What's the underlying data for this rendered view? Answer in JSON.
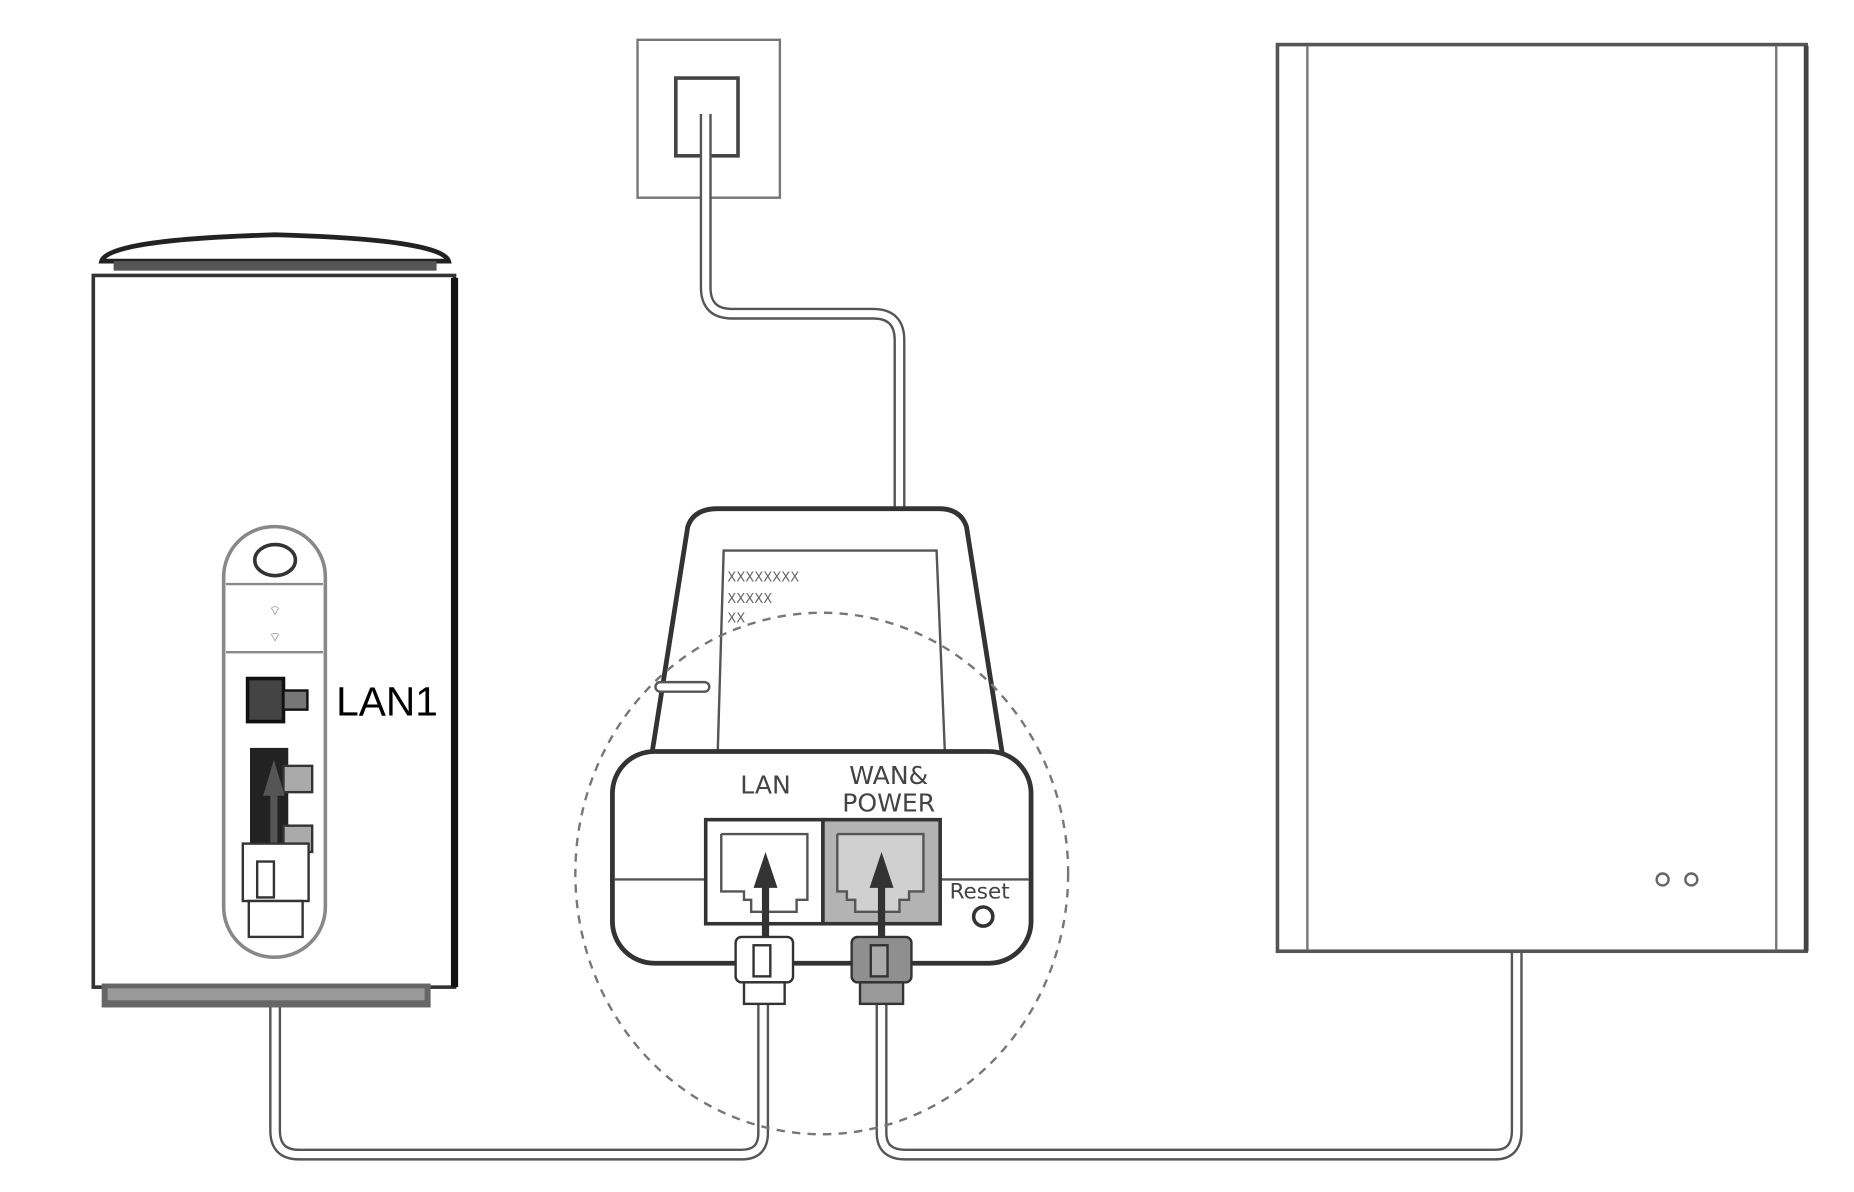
{
  "diagram": {
    "router": {
      "port_callout": "LAN1"
    },
    "poe_adapter": {
      "label_lines": [
        "XXXXXXXX",
        "XXXXX",
        "XX"
      ],
      "lan_port_label": "LAN",
      "wan_port_label_line1": "WAN&",
      "wan_port_label_line2": "POWER",
      "reset_label": "Reset"
    },
    "colors": {
      "line": "#555555",
      "wan_port": "#b3b3b3",
      "plug_gray": "#8f8f8f"
    }
  }
}
